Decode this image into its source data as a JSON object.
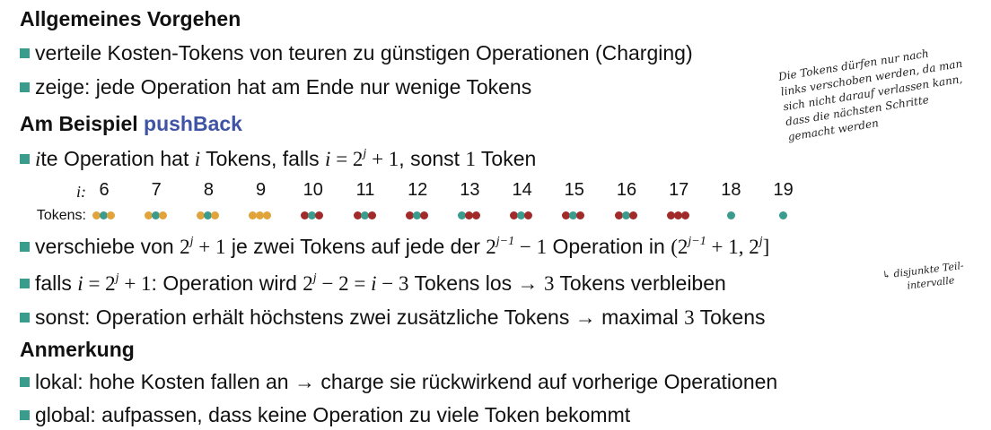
{
  "colors": {
    "accent": "#3f54a4",
    "bullet": "#3a9c8c",
    "gold": "#e0a43a",
    "red": "#a12a2a",
    "teal": "#3a9c8c"
  },
  "section1": {
    "heading": "Allgemeines Vorgehen",
    "bullets": [
      "verteile Kosten-Tokens von teuren zu günstigen Operationen (Charging)",
      "zeige: jede Operation hat am Ende nur wenige Tokens"
    ]
  },
  "section2": {
    "heading_prefix": "Am Beispiel",
    "heading_accent": "pushBack",
    "b1": {
      "i": "i",
      "t1": "te Operation hat ",
      "i2": "i",
      "t2": " Tokens, falls ",
      "i3": "i",
      "eq": " = 2",
      "j": "j",
      "plus": " + 1",
      "t3": ", sonst ",
      "one": "1",
      "t4": " Token"
    },
    "table": {
      "i_label": "i:",
      "tokens_label": "Tokens:",
      "indices": [
        "6",
        "7",
        "8",
        "9",
        "10",
        "11",
        "12",
        "13",
        "14",
        "15",
        "16",
        "17",
        "18",
        "19"
      ],
      "tokens": [
        [
          "gold",
          "teal",
          "gold"
        ],
        [
          "gold",
          "teal",
          "gold"
        ],
        [
          "gold",
          "teal",
          "gold"
        ],
        [
          "gold",
          "gold",
          "gold"
        ],
        [
          "red",
          "teal",
          "red"
        ],
        [
          "red",
          "teal",
          "red"
        ],
        [
          "red",
          "teal",
          "red"
        ],
        [
          "teal",
          "red",
          "red"
        ],
        [
          "red",
          "teal",
          "red"
        ],
        [
          "red",
          "teal",
          "red"
        ],
        [
          "red",
          "teal",
          "red"
        ],
        [
          "red",
          "red",
          "red"
        ],
        [
          "teal"
        ],
        [
          "teal"
        ]
      ]
    },
    "b2": {
      "t1": "verschiebe von ",
      "two": "2",
      "j": "j",
      "plus": " + 1",
      "t2": " je zwei Tokens auf jede der ",
      "two2": "2",
      "jm1": "j−1",
      "minus": " − 1",
      "t3": " Operation in ",
      "open": "(2",
      "jm1b": "j−1",
      "mid": " + 1, 2",
      "j2": "j",
      "close": "]"
    },
    "b3": {
      "t1": "falls ",
      "i": "i",
      "eq": " = 2",
      "j": "j",
      "plus": " + 1",
      "t2": ": Operation wird ",
      "two": "2",
      "j2": "j",
      "rest": " − 2 = ",
      "i2": "i",
      "rest2": " − 3",
      "t3": " Tokens los → ",
      "three": "3",
      "t4": " Tokens verbleiben"
    },
    "b4": {
      "t1": "sonst: Operation erhält höchstens zwei zusätzliche Tokens → maximal ",
      "three": "3",
      "t2": " Tokens"
    }
  },
  "section3": {
    "heading": "Anmerkung",
    "bullets": [
      "lokal: hohe Kosten fallen an → charge sie rückwirkend auf vorherige Operationen",
      "global: aufpassen, dass keine Operation zu viele Token bekommt"
    ]
  },
  "notes": {
    "top": [
      "Die Tokens dürfen nur nach",
      "links verschoben werden, da man",
      "sich nicht darauf verlassen kann,",
      "dass die nächsten Schritte",
      "gemacht werden"
    ],
    "side": [
      "↳ disjunkte Teil-",
      "intervalle"
    ]
  }
}
